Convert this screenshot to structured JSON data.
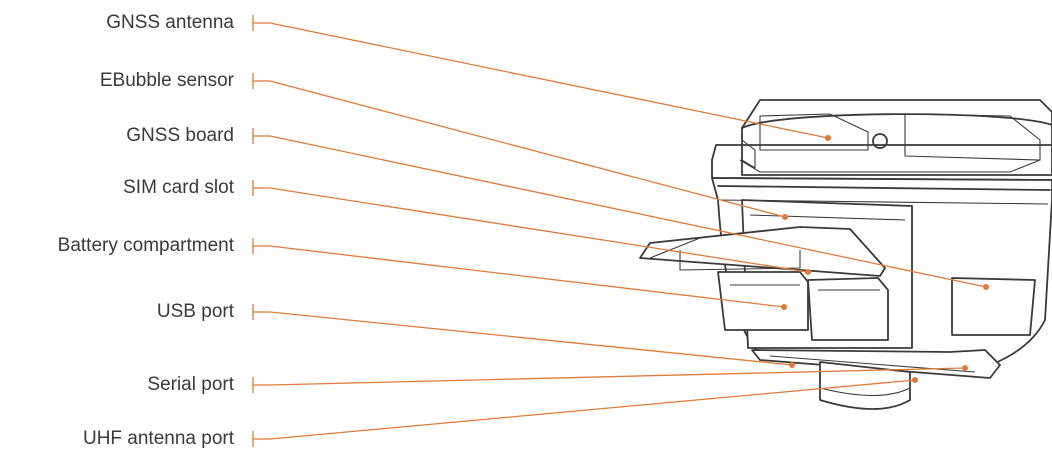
{
  "colors": {
    "leader": "#e07b39",
    "text": "#3a3a3a",
    "outline": "#3a3a3a"
  },
  "callouts": [
    {
      "label": "GNSS antenna"
    },
    {
      "label": "EBubble sensor"
    },
    {
      "label": "GNSS board"
    },
    {
      "label": "SIM card slot"
    },
    {
      "label": "Battery compartment"
    },
    {
      "label": "USB port"
    },
    {
      "label": "Serial port"
    },
    {
      "label": "UHF antenna port"
    }
  ]
}
